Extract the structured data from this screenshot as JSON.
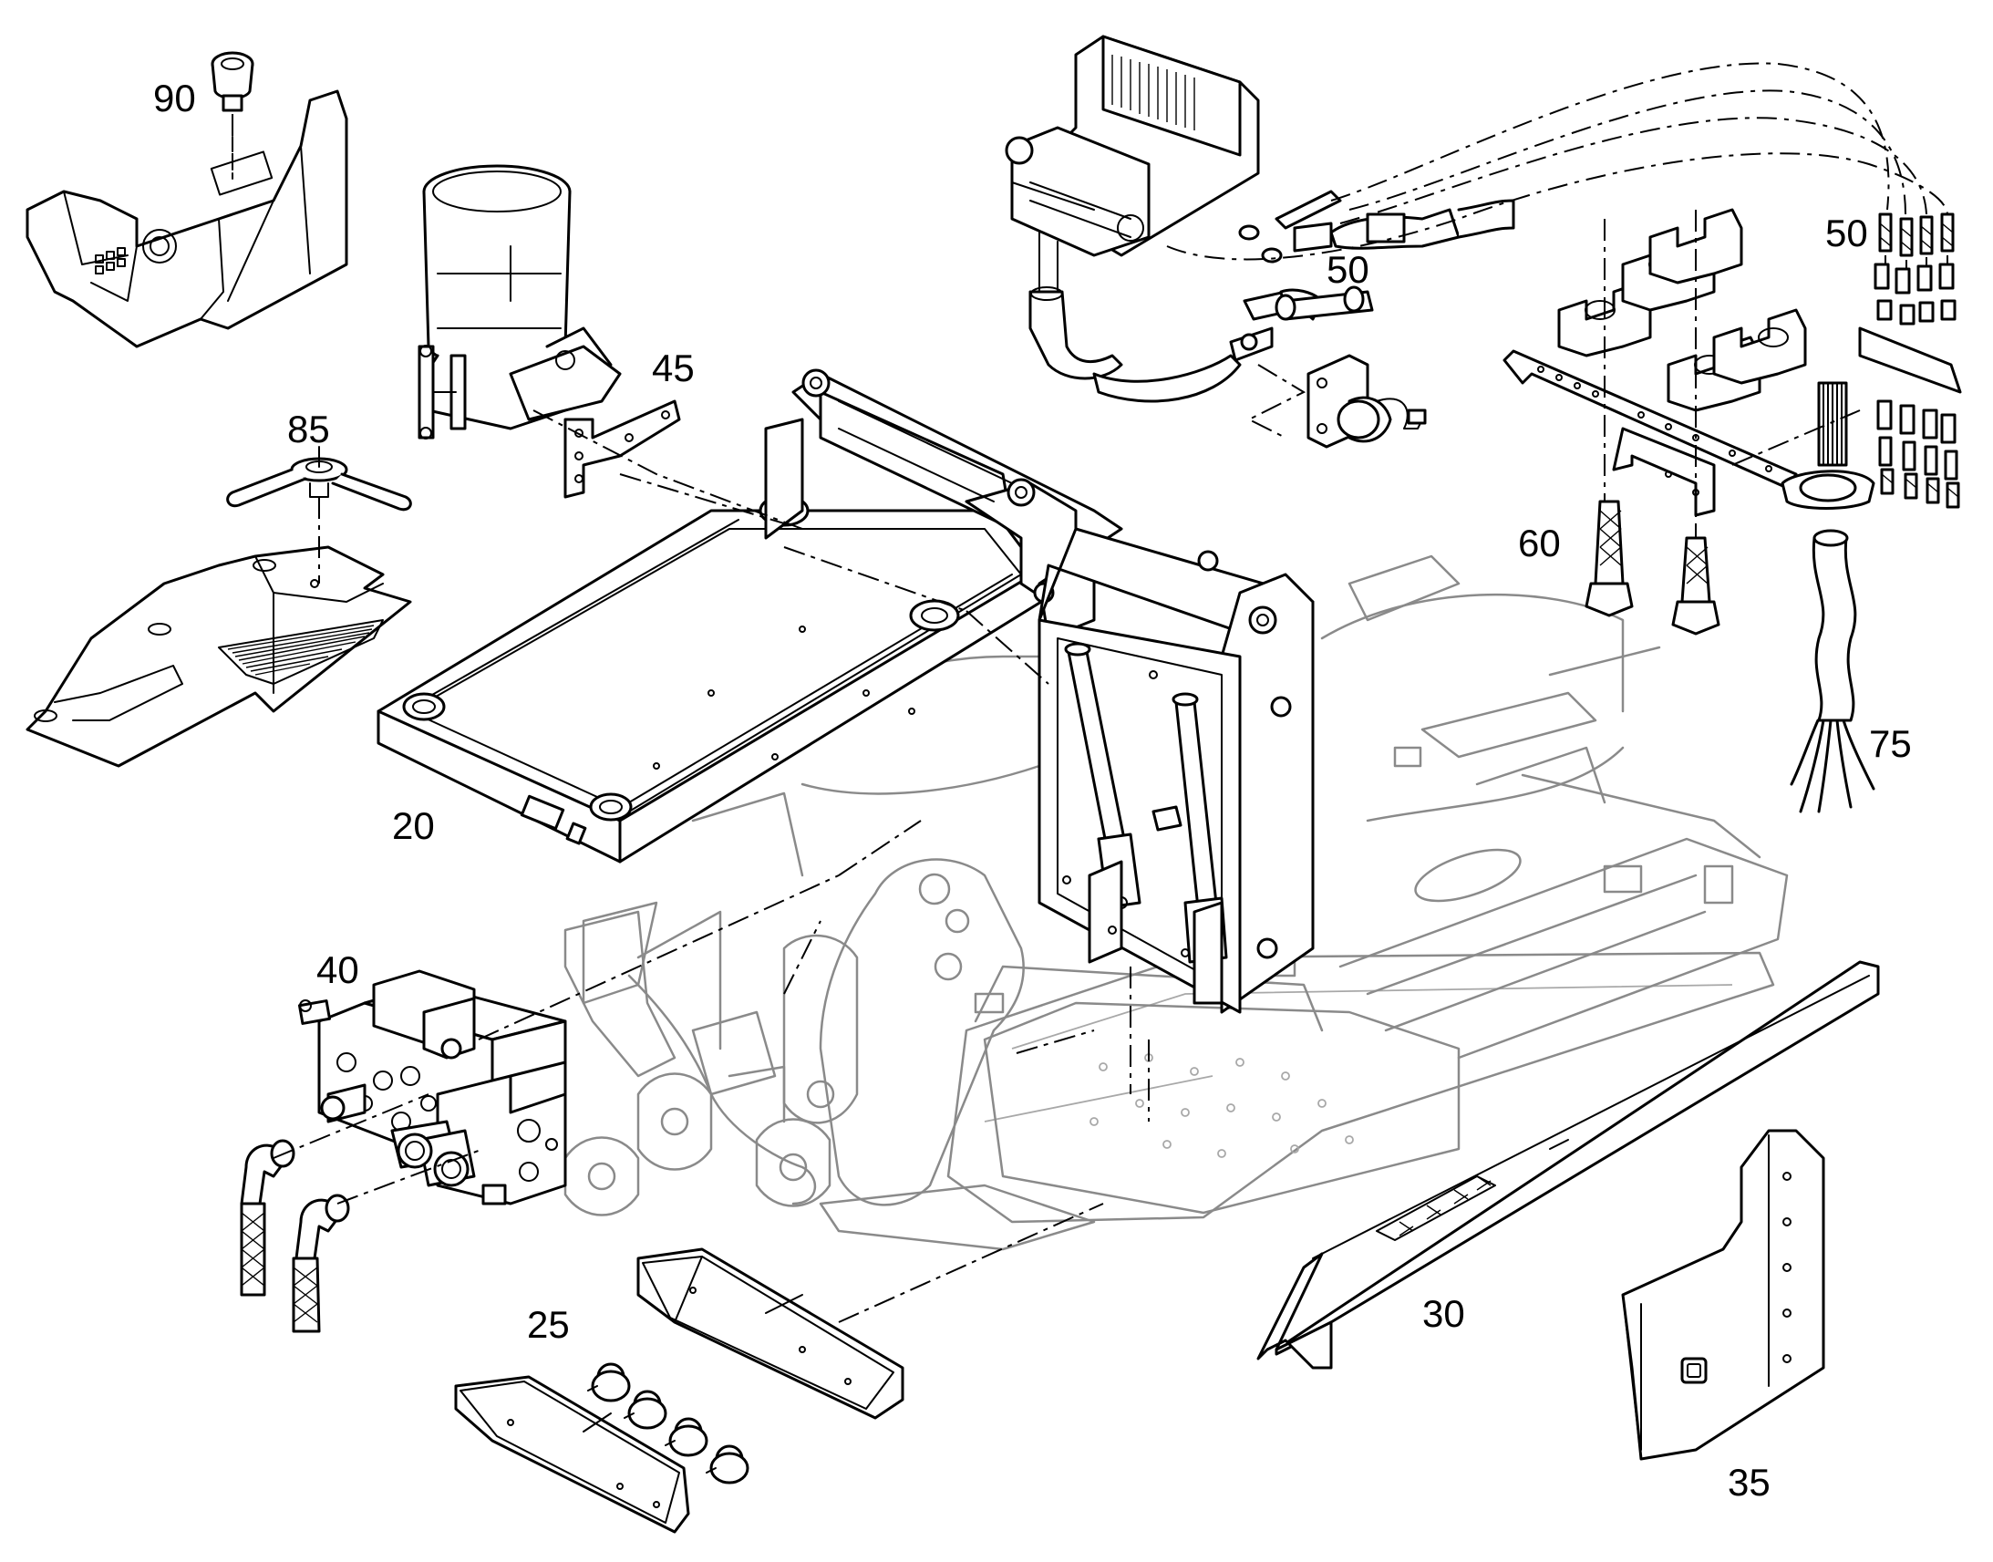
{
  "diagram": {
    "type": "exploded-parts-drawing",
    "callouts": [
      {
        "id": "c90",
        "label": "90"
      },
      {
        "id": "c85",
        "label": "85"
      },
      {
        "id": "c45",
        "label": "45"
      },
      {
        "id": "c50a",
        "label": "50"
      },
      {
        "id": "c50b",
        "label": "50"
      },
      {
        "id": "c60",
        "label": "60"
      },
      {
        "id": "c75",
        "label": "75"
      },
      {
        "id": "c20",
        "label": "20"
      },
      {
        "id": "c40",
        "label": "40"
      },
      {
        "id": "c25",
        "label": "25"
      },
      {
        "id": "c30",
        "label": "30"
      },
      {
        "id": "c35",
        "label": "35"
      }
    ]
  }
}
